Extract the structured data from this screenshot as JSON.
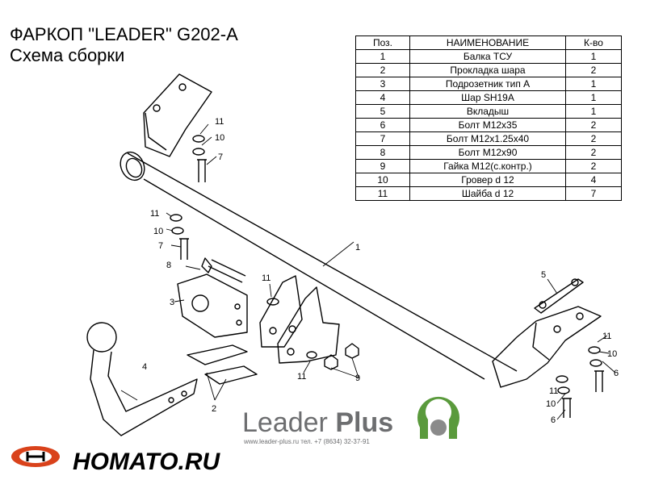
{
  "title": "ФАРКОП \"LEADER\" G202-A",
  "subtitle": "Схема сборки",
  "table": {
    "headers": [
      "Поз.",
      "НАИМЕНОВАНИЕ",
      "К-во"
    ],
    "rows": [
      [
        "1",
        "Балка ТСУ",
        "1"
      ],
      [
        "2",
        "Прокладка шара",
        "2"
      ],
      [
        "3",
        "Подрозетник тип А",
        "1"
      ],
      [
        "4",
        "Шар SH19A",
        "1"
      ],
      [
        "5",
        "Вкладыш",
        "1"
      ],
      [
        "6",
        "Болт М12х35",
        "2"
      ],
      [
        "7",
        "Болт М12х1.25х40",
        "2"
      ],
      [
        "8",
        "Болт М12х90",
        "2"
      ],
      [
        "9",
        "Гайка М12(с.контр.)",
        "2"
      ],
      [
        "10",
        "Гровер d 12",
        "4"
      ],
      [
        "11",
        "Шайба d 12",
        "7"
      ]
    ]
  },
  "callouts": [
    "1",
    "2",
    "3",
    "4",
    "5",
    "6",
    "7",
    "8",
    "9",
    "10",
    "11"
  ],
  "brand": {
    "name": "Leader",
    "plus": "Plus",
    "contact": "www.leader-plus.ru     тел. +7 (8634) 32-37-91",
    "logo_color": "#5a9a3c"
  },
  "watermark": {
    "text": "HOMATO.RU",
    "accent": "#d9421b"
  }
}
